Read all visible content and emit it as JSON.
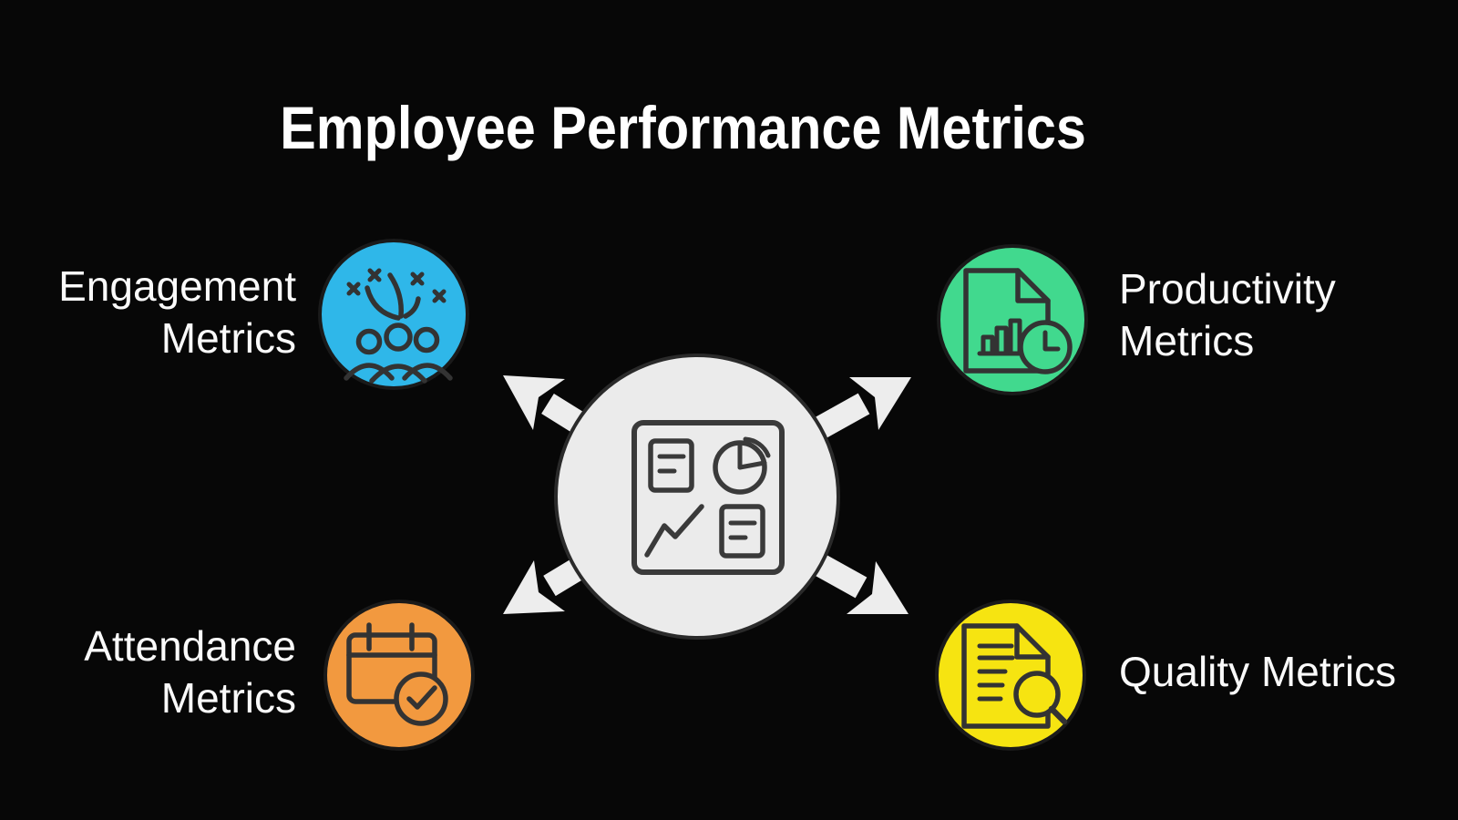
{
  "title": "Employee Performance Metrics",
  "hub": {
    "name": "central dashboard hub",
    "icon": "dashboard-icon",
    "fill": "#ebebeb",
    "arrow_color": "#ededed"
  },
  "nodes": [
    {
      "id": "engagement",
      "label": "Engagement Metrics",
      "line1": "Engagement",
      "line2": "Metrics",
      "color": "#2fb7e9",
      "icon": "celebration-audience-icon",
      "position": "top-left"
    },
    {
      "id": "productivity",
      "label": "Productivity Metrics",
      "line1": "Productivity",
      "line2": "Metrics",
      "color": "#41d98e",
      "icon": "report-chart-clock-icon",
      "position": "top-right"
    },
    {
      "id": "attendance",
      "label": "Attendance Metrics",
      "line1": "Attendance",
      "line2": "Metrics",
      "color": "#f2993f",
      "icon": "calendar-check-icon",
      "position": "bottom-left"
    },
    {
      "id": "quality",
      "label": "Quality Metrics",
      "line1": "Quality Metrics",
      "line2": "",
      "color": "#f6e411",
      "icon": "document-search-icon",
      "position": "bottom-right"
    }
  ],
  "colors": {
    "background": "#070707",
    "title_text": "#ffffff",
    "label_text": "#fafafa",
    "icon_stroke": "#333333",
    "hub_icon_stroke": "#3a3a3a"
  }
}
